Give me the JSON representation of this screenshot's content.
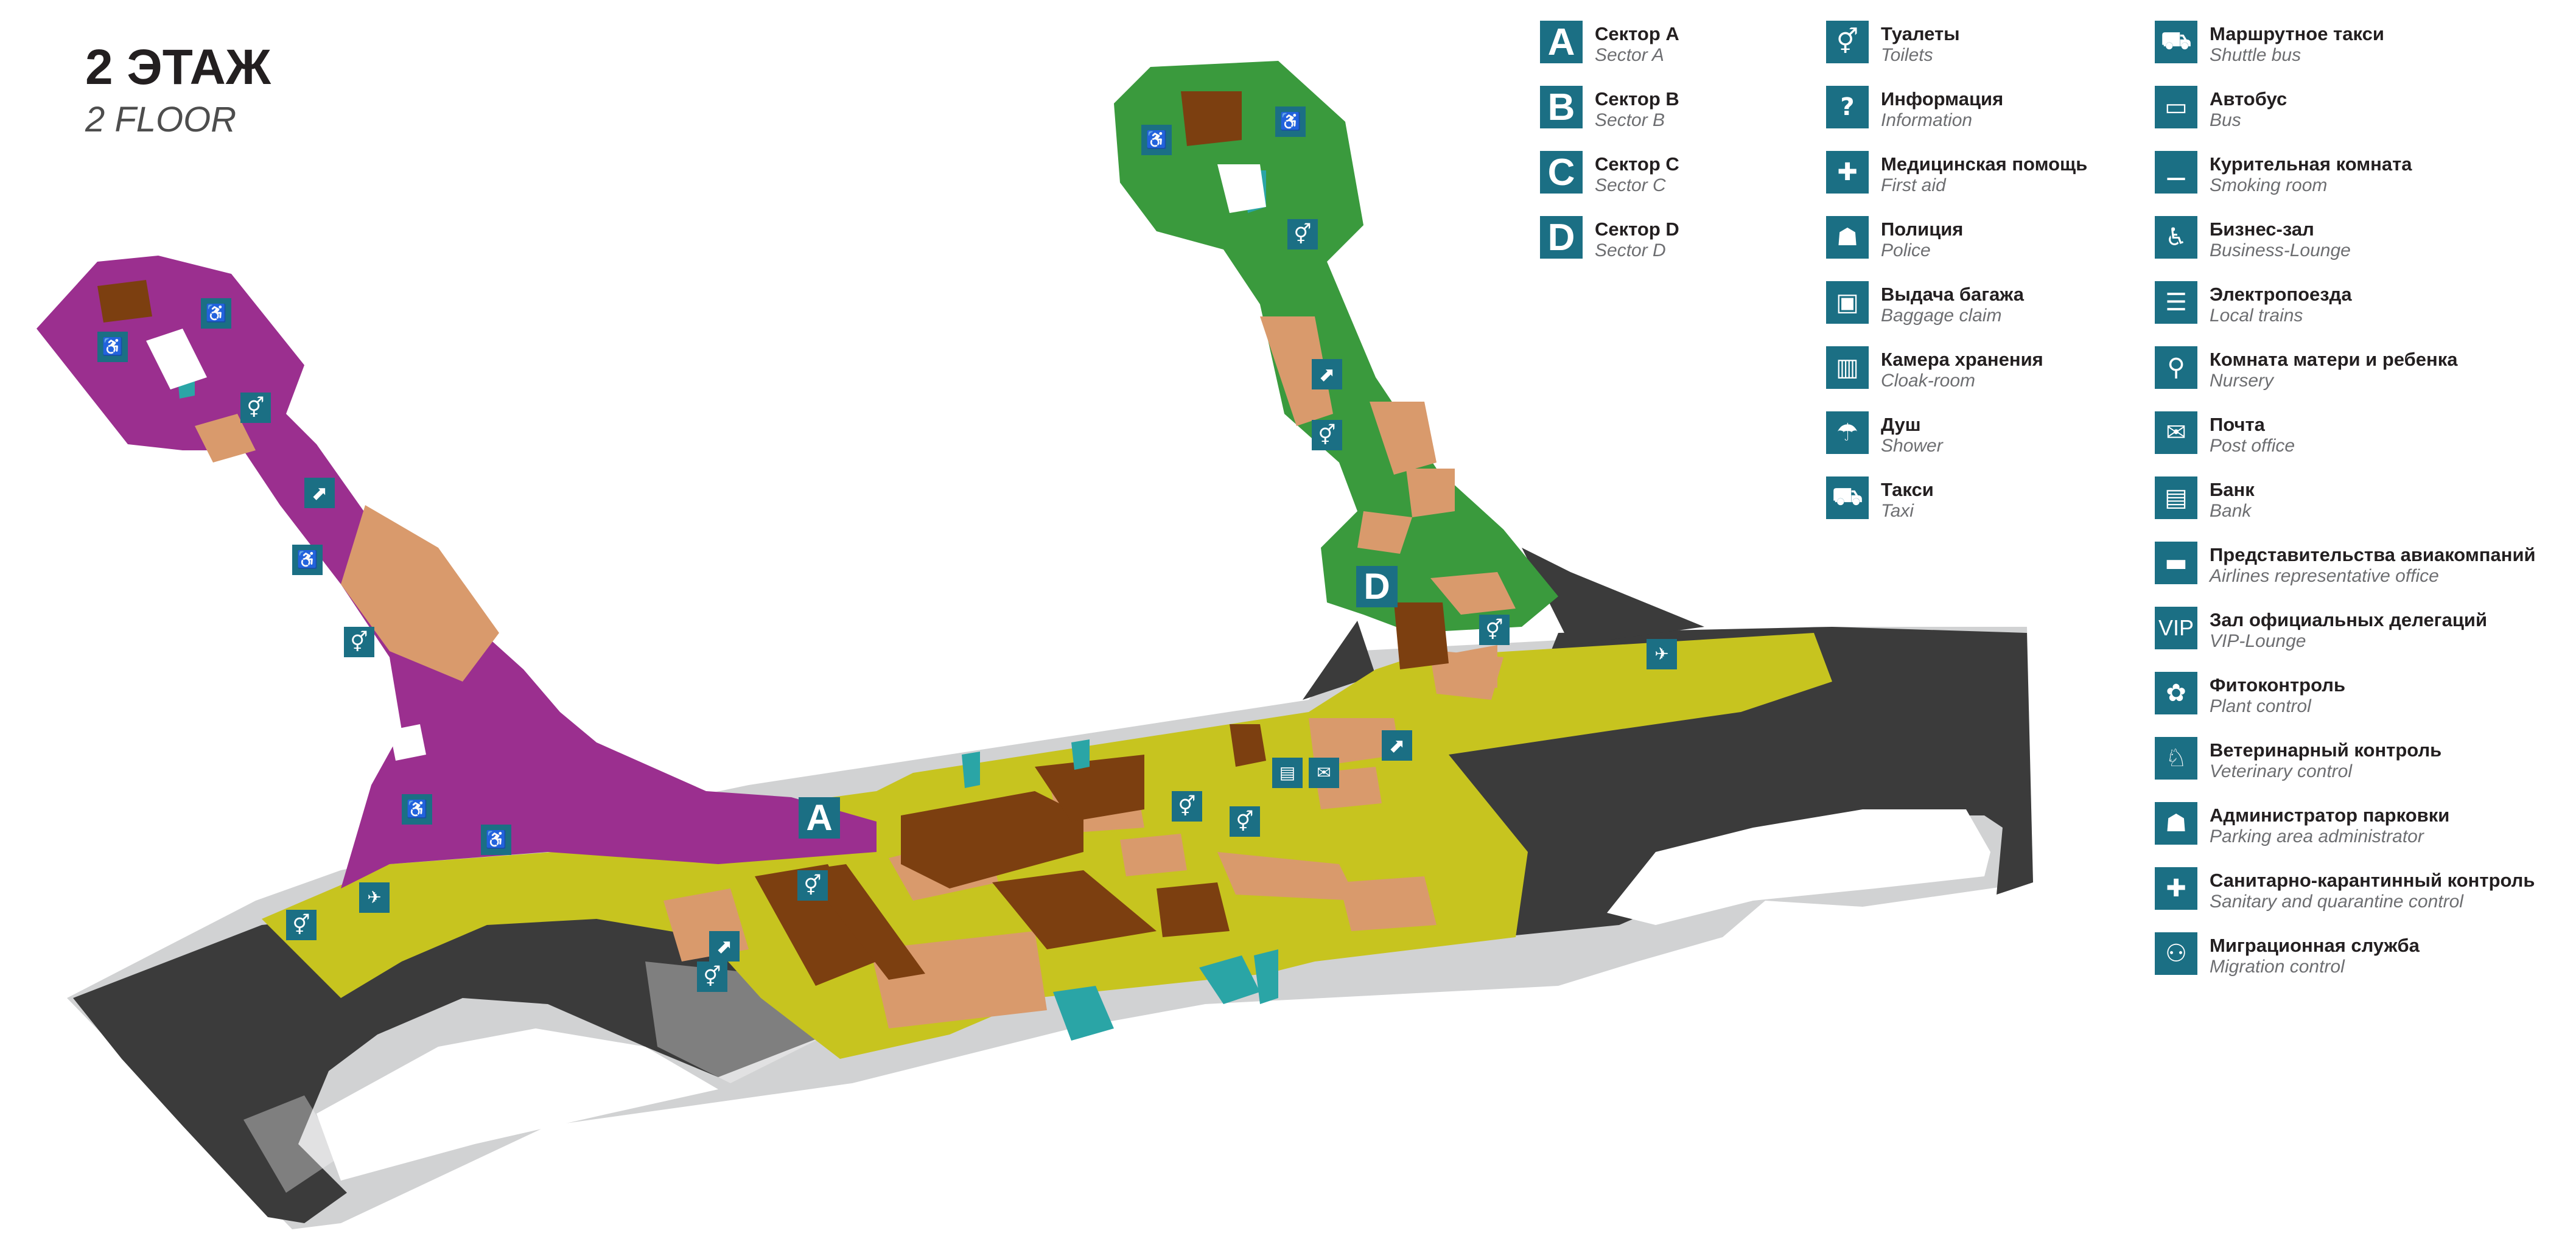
{
  "map": {
    "title_ru": "2 ЭТАЖ",
    "title_en": "2 FLOOR",
    "sector_markers": {
      "a": "A",
      "d": "D"
    },
    "colors": {
      "sector_a": "#9b2f8f",
      "sector_d": "#3a9a3d",
      "main_hall": "#c7c41f",
      "road": "#3b3b3b",
      "shops": "#d99a6c",
      "walls": "#d1d2d3",
      "icon_blue": "#1b6f84"
    }
  },
  "legend": {
    "sectors": [
      {
        "letter": "A",
        "ru": "Сектор A",
        "en": "Sector A"
      },
      {
        "letter": "B",
        "ru": "Сектор B",
        "en": "Sector B"
      },
      {
        "letter": "C",
        "ru": "Сектор C",
        "en": "Sector C"
      },
      {
        "letter": "D",
        "ru": "Сектор D",
        "en": "Sector D"
      }
    ],
    "services": [
      {
        "icon": "toilets-icon",
        "ru": "Туалеты",
        "en": "Toilets"
      },
      {
        "icon": "information-icon",
        "ru": "Информация",
        "en": "Information"
      },
      {
        "icon": "first-aid-icon",
        "ru": "Медицинская помощь",
        "en": "First aid"
      },
      {
        "icon": "police-icon",
        "ru": "Полиция",
        "en": "Police"
      },
      {
        "icon": "baggage-claim-icon",
        "ru": "Выдача багажа",
        "en": "Baggage claim"
      },
      {
        "icon": "cloak-room-icon",
        "ru": "Камера хранения",
        "en": "Cloak-room"
      },
      {
        "icon": "shower-icon",
        "ru": "Душ",
        "en": "Shower"
      },
      {
        "icon": "taxi-icon",
        "ru": "Такси",
        "en": "Taxi"
      }
    ],
    "transport": [
      {
        "icon": "shuttle-bus-icon",
        "ru": "Маршрутное такси",
        "en": "Shuttle bus"
      },
      {
        "icon": "bus-icon",
        "ru": "Автобус",
        "en": "Bus"
      },
      {
        "icon": "smoking-room-icon",
        "ru": "Курительная комната",
        "en": "Smoking room"
      },
      {
        "icon": "business-lounge-icon",
        "ru": "Бизнес-зал",
        "en": "Business-Lounge"
      },
      {
        "icon": "local-trains-icon",
        "ru": "Электропоезда",
        "en": "Local trains"
      },
      {
        "icon": "nursery-icon",
        "ru": "Комната матери и ребенка",
        "en": "Nursery"
      },
      {
        "icon": "post-office-icon",
        "ru": "Почта",
        "en": "Post office"
      },
      {
        "icon": "bank-icon",
        "ru": "Банк",
        "en": "Bank"
      },
      {
        "icon": "airlines-office-icon",
        "ru": "Представительства авиакомпаний",
        "en": "Airlines representative office"
      },
      {
        "icon": "vip-lounge-icon",
        "ru": "Зал официальных делегаций",
        "en": "VIP-Lounge",
        "glyph": "VIP"
      },
      {
        "icon": "plant-control-icon",
        "ru": "Фитоконтроль",
        "en": "Plant control"
      },
      {
        "icon": "veterinary-control-icon",
        "ru": "Ветеринарный контроль",
        "en": "Veterinary control"
      },
      {
        "icon": "parking-admin-icon",
        "ru": "Администратор парковки",
        "en": "Parking area administrator"
      },
      {
        "icon": "sanitary-control-icon",
        "ru": "Санитарно-карантинный контроль",
        "en": "Sanitary and quarantine control"
      },
      {
        "icon": "migration-control-icon",
        "ru": "Миграционная служба",
        "en": "Migration control"
      }
    ]
  }
}
